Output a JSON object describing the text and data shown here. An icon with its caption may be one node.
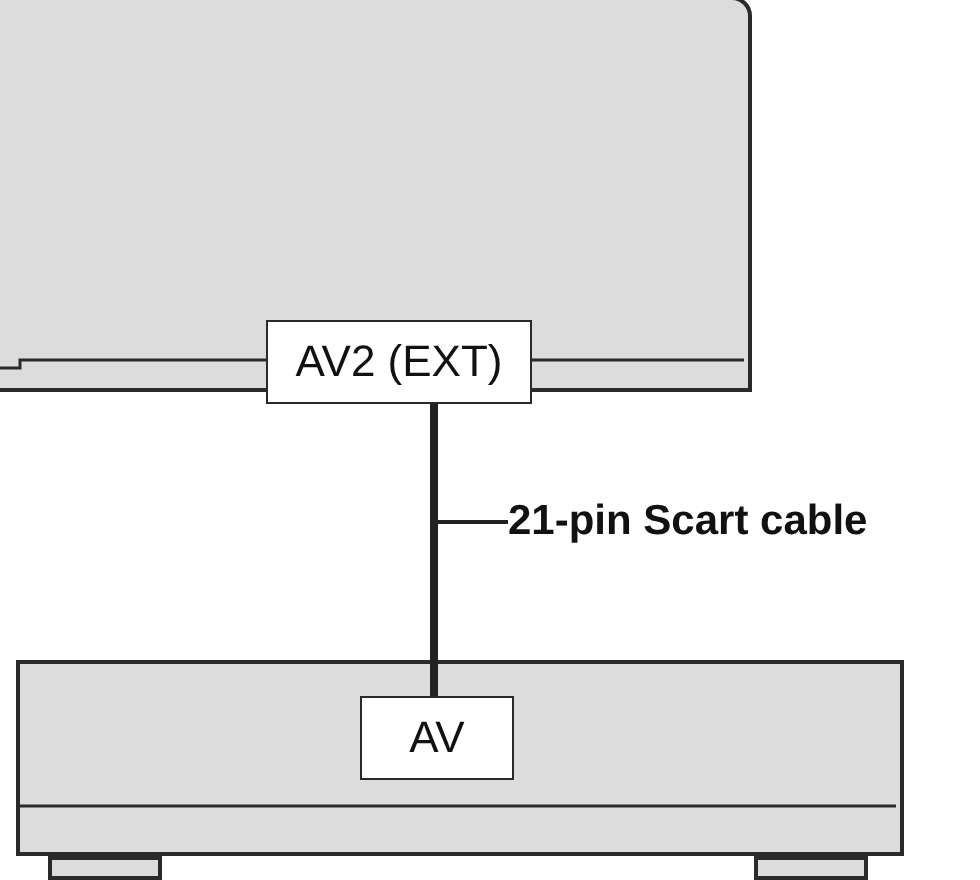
{
  "diagram": {
    "nodes": [
      {
        "text": [],
        "shape": "box"
      },
      {
        "text": [
          "AV2 (EXT)"
        ],
        "in": 0
      },
      {
        "text": [],
        "shape": "box"
      },
      {
        "text": [
          "AV"
        ],
        "in": 2
      },
      {
        "text": [
          "21-pin Scart cable"
        ]
      }
    ],
    "edges": [
      {
        "from": 1,
        "to": 3,
        "arrow": "none",
        "style": "thick"
      },
      {
        "from": 4,
        "to": null,
        "arrow": "none"
      }
    ]
  }
}
